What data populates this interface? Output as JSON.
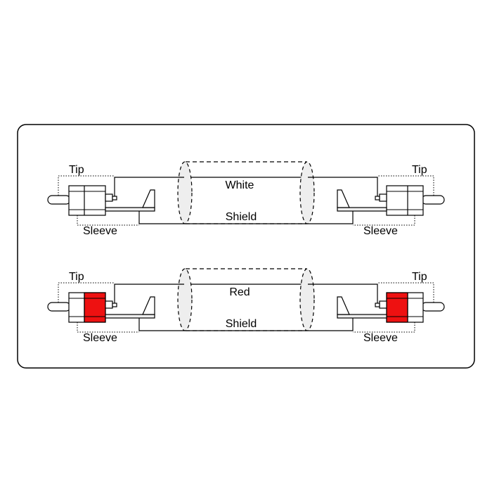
{
  "diagram": {
    "colors": {
      "line": "#000000",
      "panel_fill": "#ffffff",
      "connector_fill": "#ffffff",
      "shield_fill": "#eeeeee",
      "red_band": "#ee1111"
    },
    "cables": [
      {
        "id": "white",
        "band_color": "",
        "signal_label": "White",
        "shield_label": "Shield",
        "left": {
          "tip_label": "Tip",
          "sleeve_label": "Sleeve"
        },
        "right": {
          "tip_label": "Tip",
          "sleeve_label": "Sleeve"
        }
      },
      {
        "id": "red",
        "band_color": "#ee1111",
        "signal_label": "Red",
        "shield_label": "Shield",
        "left": {
          "tip_label": "Tip",
          "sleeve_label": "Sleeve"
        },
        "right": {
          "tip_label": "Tip",
          "sleeve_label": "Sleeve"
        }
      }
    ]
  }
}
